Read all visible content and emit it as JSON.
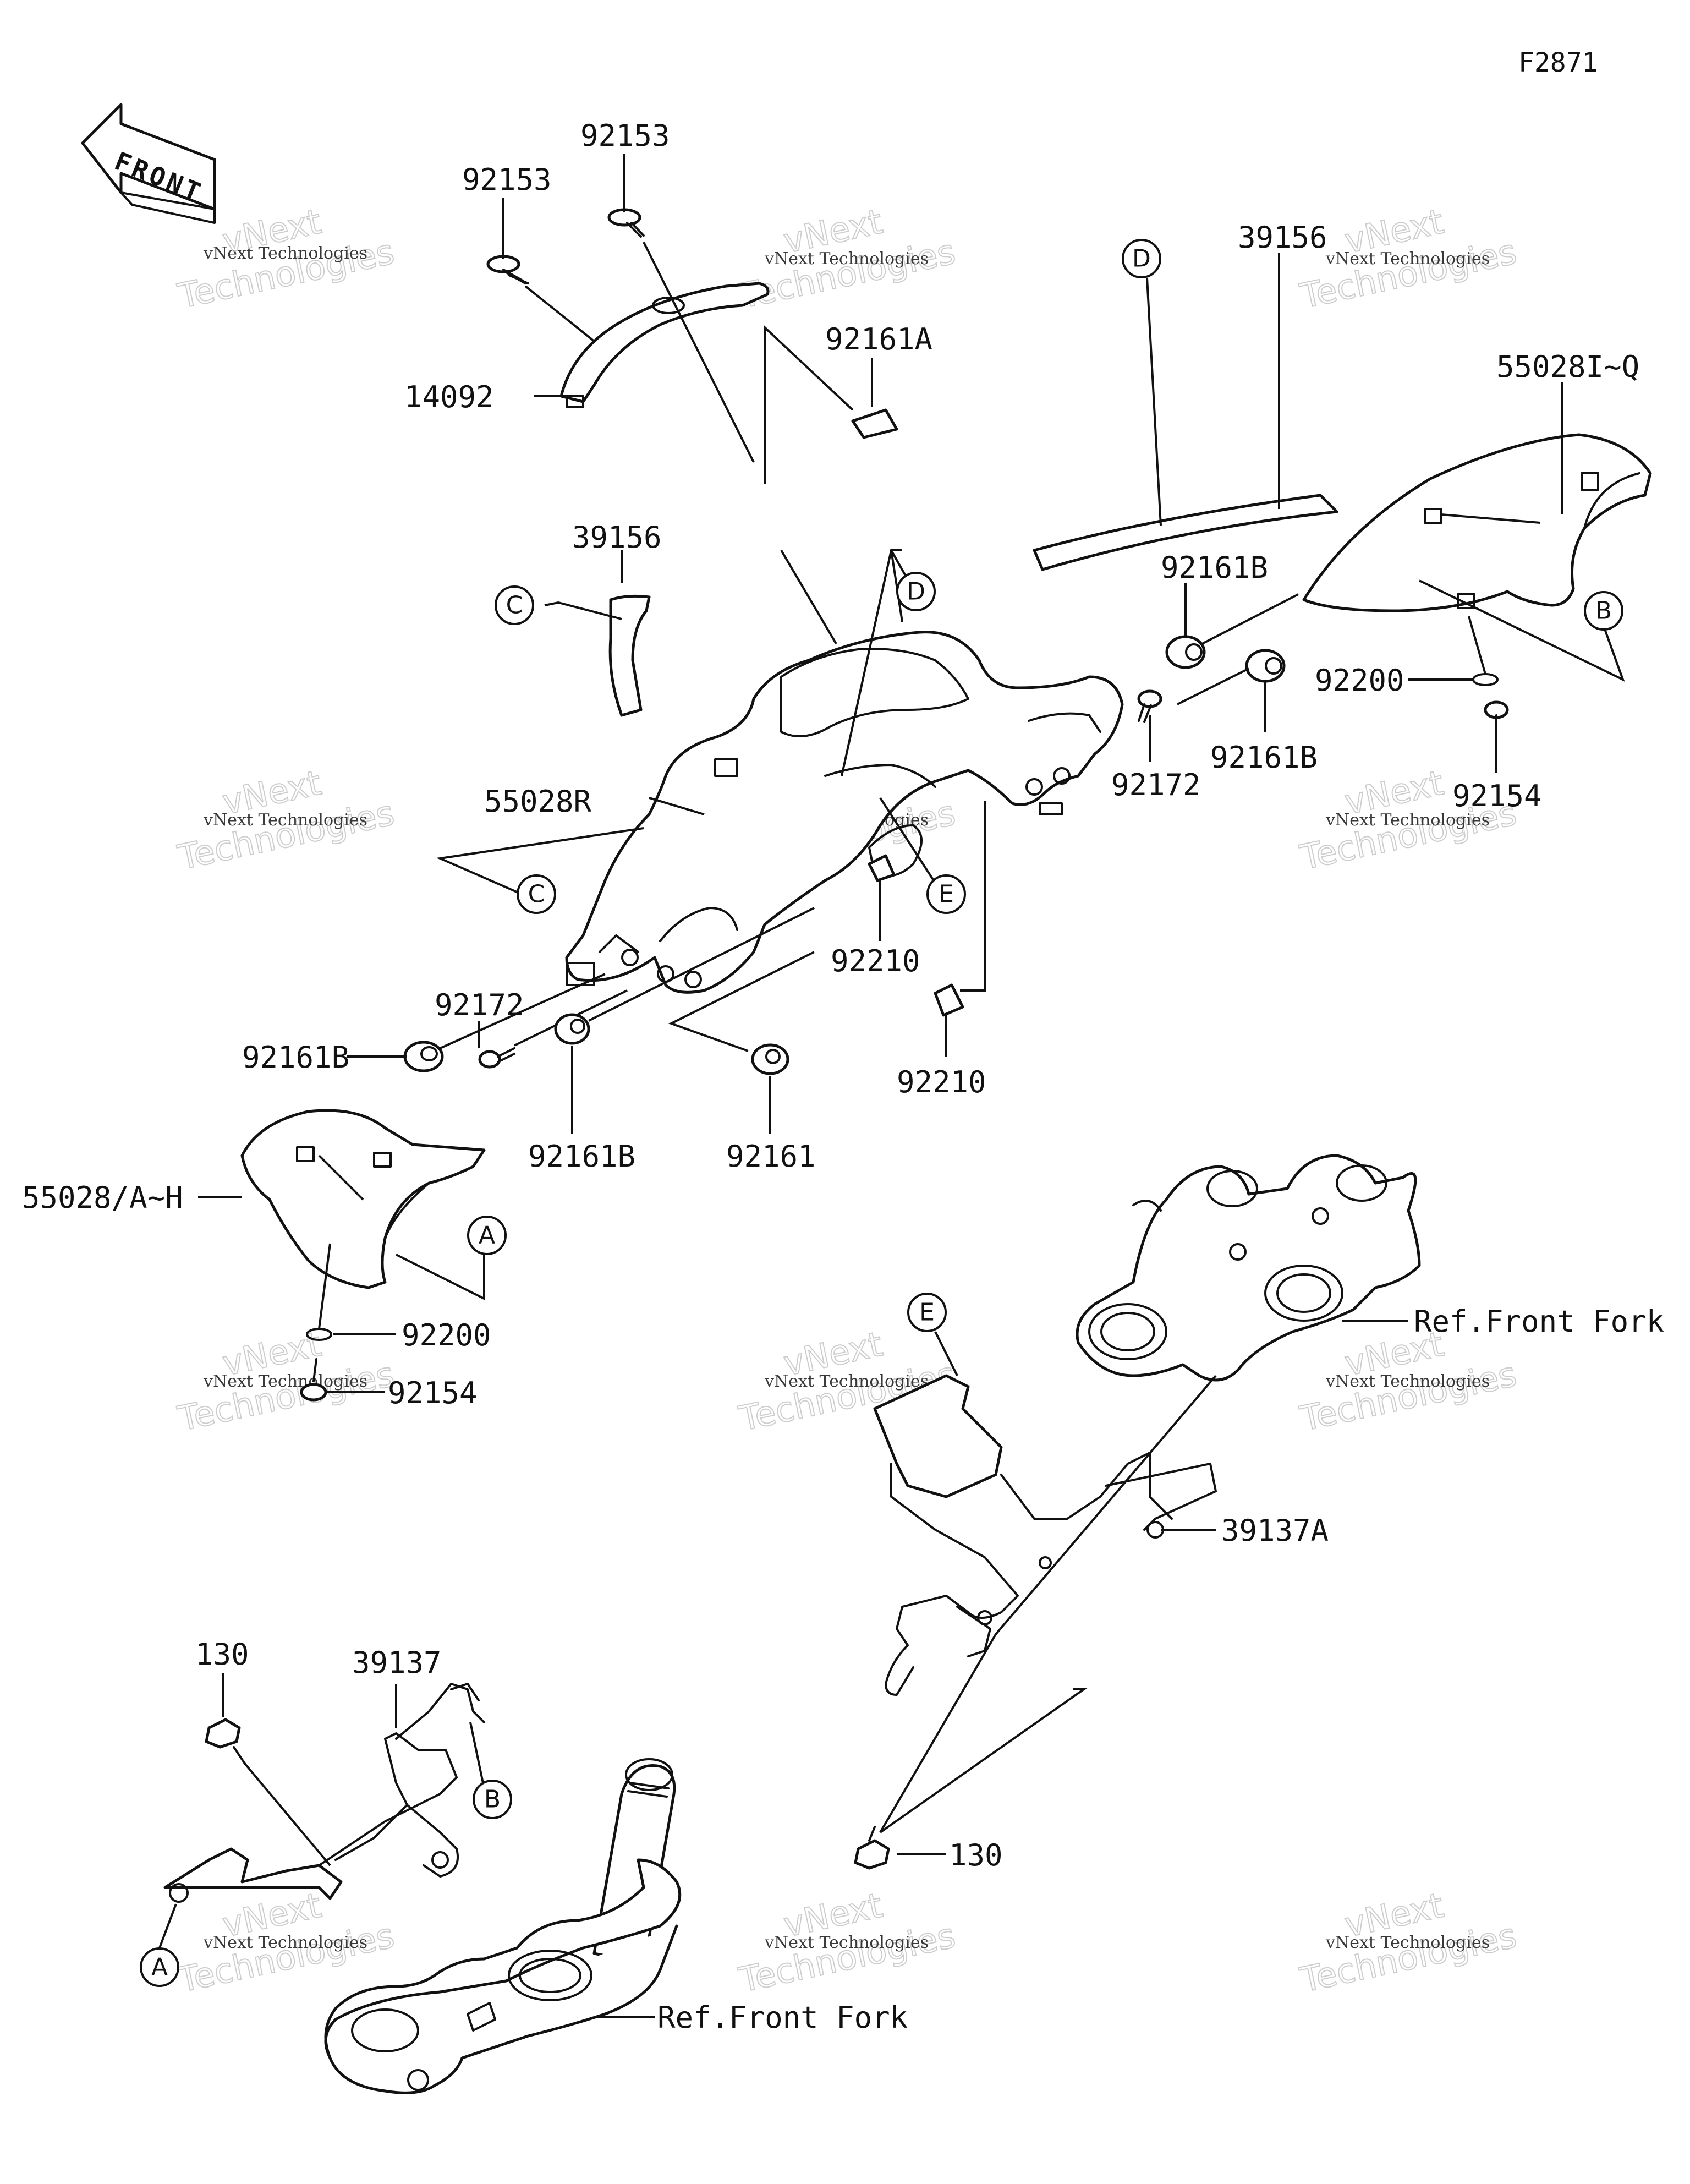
{
  "figure_id": "F2871",
  "front_label": "FRONT",
  "watermark": {
    "company": "vNext Technologies",
    "brand": "vNext",
    "sub": "Technologies"
  },
  "labels": {
    "p92153_a": "92153",
    "p92153_b": "92153",
    "p14092": "14092",
    "p92161A": "92161A",
    "p39156_top": "39156",
    "p55028IQ": "55028I~Q",
    "p39156_mid": "39156",
    "p92161B_r1": "92161B",
    "p92200_r": "92200",
    "p92161B_r2": "92161B",
    "p92172_r": "92172",
    "p92154_r": "92154",
    "p55028R": "55028R",
    "p92210_a": "92210",
    "p92172_l": "92172",
    "p92161B_l1": "92161B",
    "p92161B_l2": "92161B",
    "p92210_b": "92210",
    "p92161": "92161",
    "p55028AH": "55028/A~H",
    "p92200_l": "92200",
    "p92154_l": "92154",
    "ref_front_fork_1": "Ref.Front Fork",
    "p39137A": "39137A",
    "p130_a": "130",
    "p39137": "39137",
    "p130_b": "130",
    "ref_front_fork_2": "Ref.Front Fork"
  },
  "callouts": {
    "d_top": "D",
    "c_mid": "C",
    "d_mid": "D",
    "b_right": "B",
    "c_left": "C",
    "e_mid": "E",
    "a_left": "A",
    "e_lower": "E",
    "b_lower": "B",
    "a_lower": "A"
  }
}
